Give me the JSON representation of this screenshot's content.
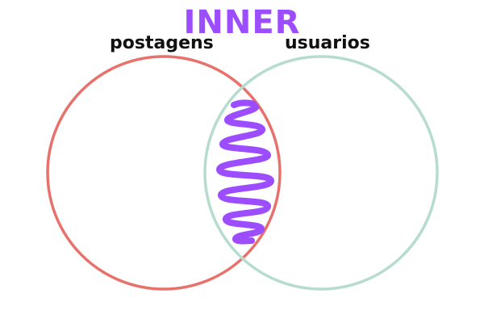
{
  "diagram": {
    "title": "INNER",
    "sets": [
      {
        "label": "postagens",
        "color": "#e8726b"
      },
      {
        "label": "usuarios",
        "color": "#b6dccf"
      }
    ],
    "highlight_color": "#9b4dff",
    "title_color": "#9b4dff"
  }
}
